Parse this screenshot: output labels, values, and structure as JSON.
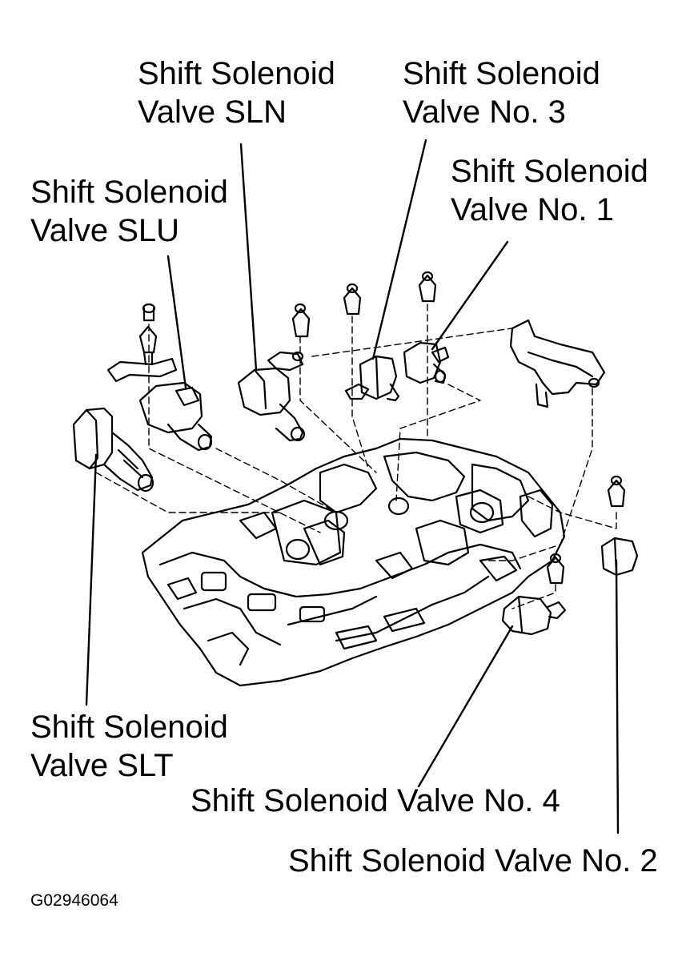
{
  "labels": {
    "sln": {
      "line1": "Shift Solenoid",
      "line2": "Valve SLN"
    },
    "no3": {
      "line1": "Shift Solenoid",
      "line2": "Valve No. 3"
    },
    "no1": {
      "line1": "Shift Solenoid",
      "line2": "Valve No. 1"
    },
    "slu": {
      "line1": "Shift Solenoid",
      "line2": "Valve SLU"
    },
    "slt": {
      "line1": "Shift Solenoid",
      "line2": "Valve SLT"
    },
    "no4": {
      "line1": "Shift Solenoid Valve No. 4"
    },
    "no2": {
      "line1": "Shift Solenoid Valve No. 2"
    }
  },
  "figure_code": "G02946064",
  "colors": {
    "ink": "#000000",
    "paper": "#ffffff"
  }
}
